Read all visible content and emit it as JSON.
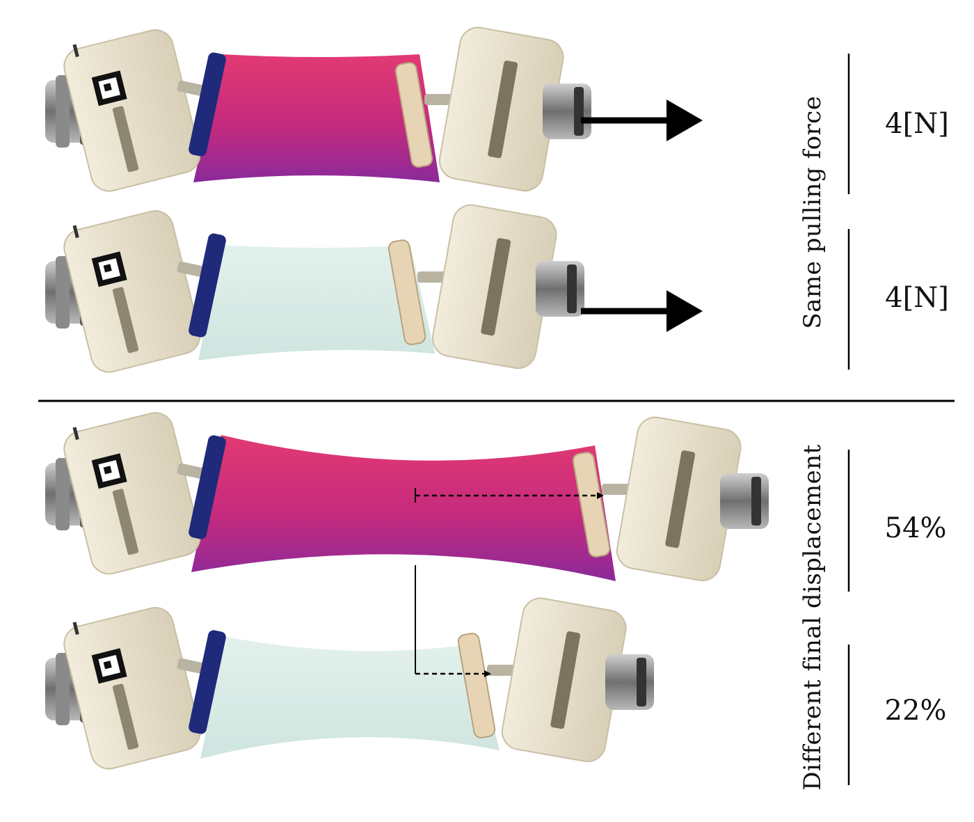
{
  "sections": {
    "top": {
      "label": "Same pulling force",
      "values": [
        "4[N]",
        "4[N]"
      ]
    },
    "bottom": {
      "label": "Different final displacement",
      "values": [
        "54%",
        "22%"
      ]
    }
  },
  "colors": {
    "fabric_stiff": "#d4327a",
    "fabric_soft": "#d6ece6",
    "gripper_body": "#e9e2cf",
    "arrow": "#000000"
  }
}
